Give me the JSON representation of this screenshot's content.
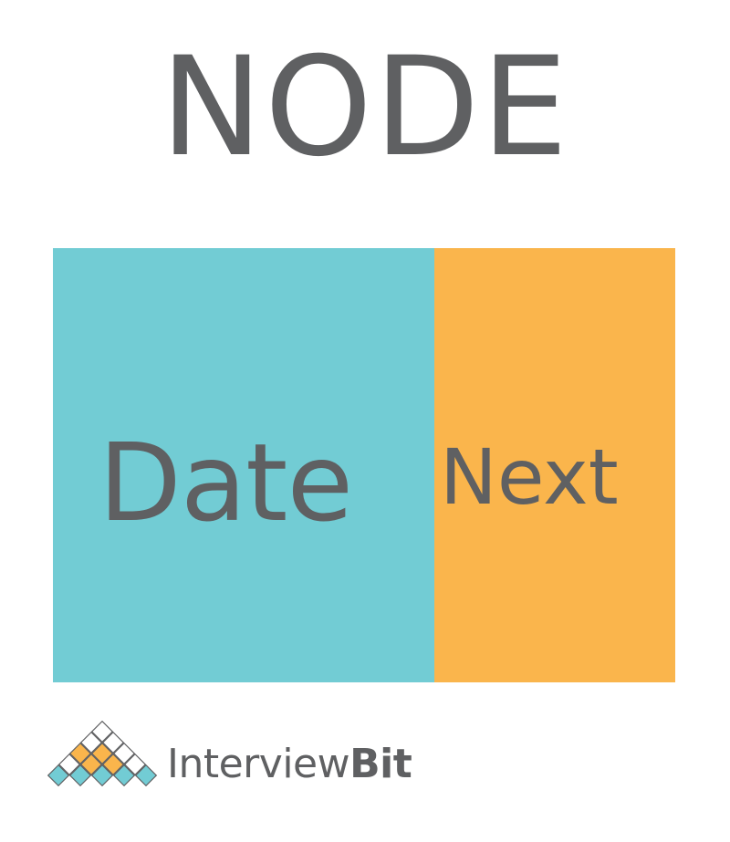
{
  "title": "NODE",
  "fields": {
    "data": {
      "label": "Date",
      "color": "#72ccd4"
    },
    "next": {
      "label": "Next",
      "color": "#fab54c"
    }
  },
  "logo": {
    "icon": "interviewbit-diamond-grid-icon",
    "text_regular": "Interview",
    "text_bold": "Bit",
    "colors": [
      "#72ccd4",
      "#fab54c",
      "#5f6062"
    ]
  },
  "text_color": "#5f6062"
}
